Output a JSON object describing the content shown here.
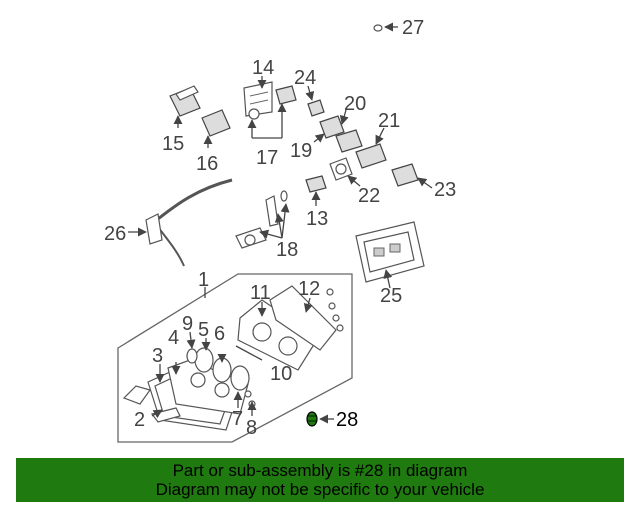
{
  "diagram": {
    "highlight_color": "#1f7a0f",
    "callouts": {
      "c1": "1",
      "c2": "2",
      "c3": "3",
      "c4": "4",
      "c5": "5",
      "c6": "6",
      "c7": "7",
      "c8": "8",
      "c9": "9",
      "c10": "10",
      "c11": "11",
      "c12": "12",
      "c13": "13",
      "c14": "14",
      "c15": "15",
      "c16": "16",
      "c17": "17",
      "c18": "18",
      "c19": "19",
      "c20": "20",
      "c21": "21",
      "c22": "22",
      "c23": "23",
      "c24": "24",
      "c25": "25",
      "c26": "26",
      "c27": "27",
      "c28": "28"
    }
  },
  "banner": {
    "line1": "Part or sub-assembly is #28 in diagram",
    "line2": "Diagram may not be specific to your vehicle"
  }
}
